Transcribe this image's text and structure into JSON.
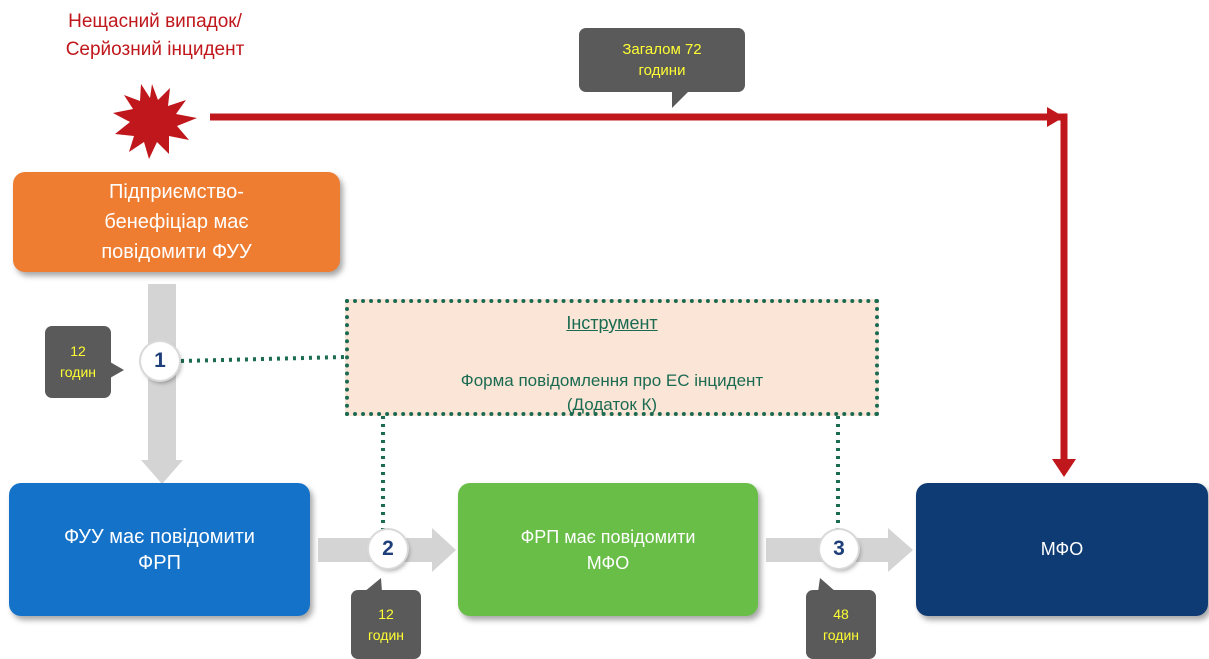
{
  "incident": {
    "title": "Нещасний випадок/\nСерйозний інцидент"
  },
  "boxes": {
    "beneficiary": "Підприємство-\nбенефіціар має\nповідомити  ФУУ",
    "fuu": "ФУУ має повідомити\nФРП",
    "frp": "ФРП має повідомити\nМФО",
    "mfo": "МФО"
  },
  "tool": {
    "title": "Інструмент",
    "text": "Форма повідомлення про ЕС інцидент\n(Додаток К)"
  },
  "callouts": {
    "total": "Загалом 72\nгодини",
    "step1": "12\nгодин",
    "step2": "12\nгодин",
    "step3": "48\nгодин"
  },
  "steps": {
    "one": "1",
    "two": "2",
    "three": "3"
  },
  "colors": {
    "incident_red": "#c0171c",
    "orange": "#ee7d32",
    "blue": "#1572c9",
    "green": "#68be47",
    "navy": "#0e3b73",
    "tool_bg": "#fbe5d6",
    "tool_border": "#1b6b52",
    "callout_bg": "#5a5a5a",
    "callout_text": "#ffff33",
    "arrow_gray": "#d4d4d4"
  }
}
